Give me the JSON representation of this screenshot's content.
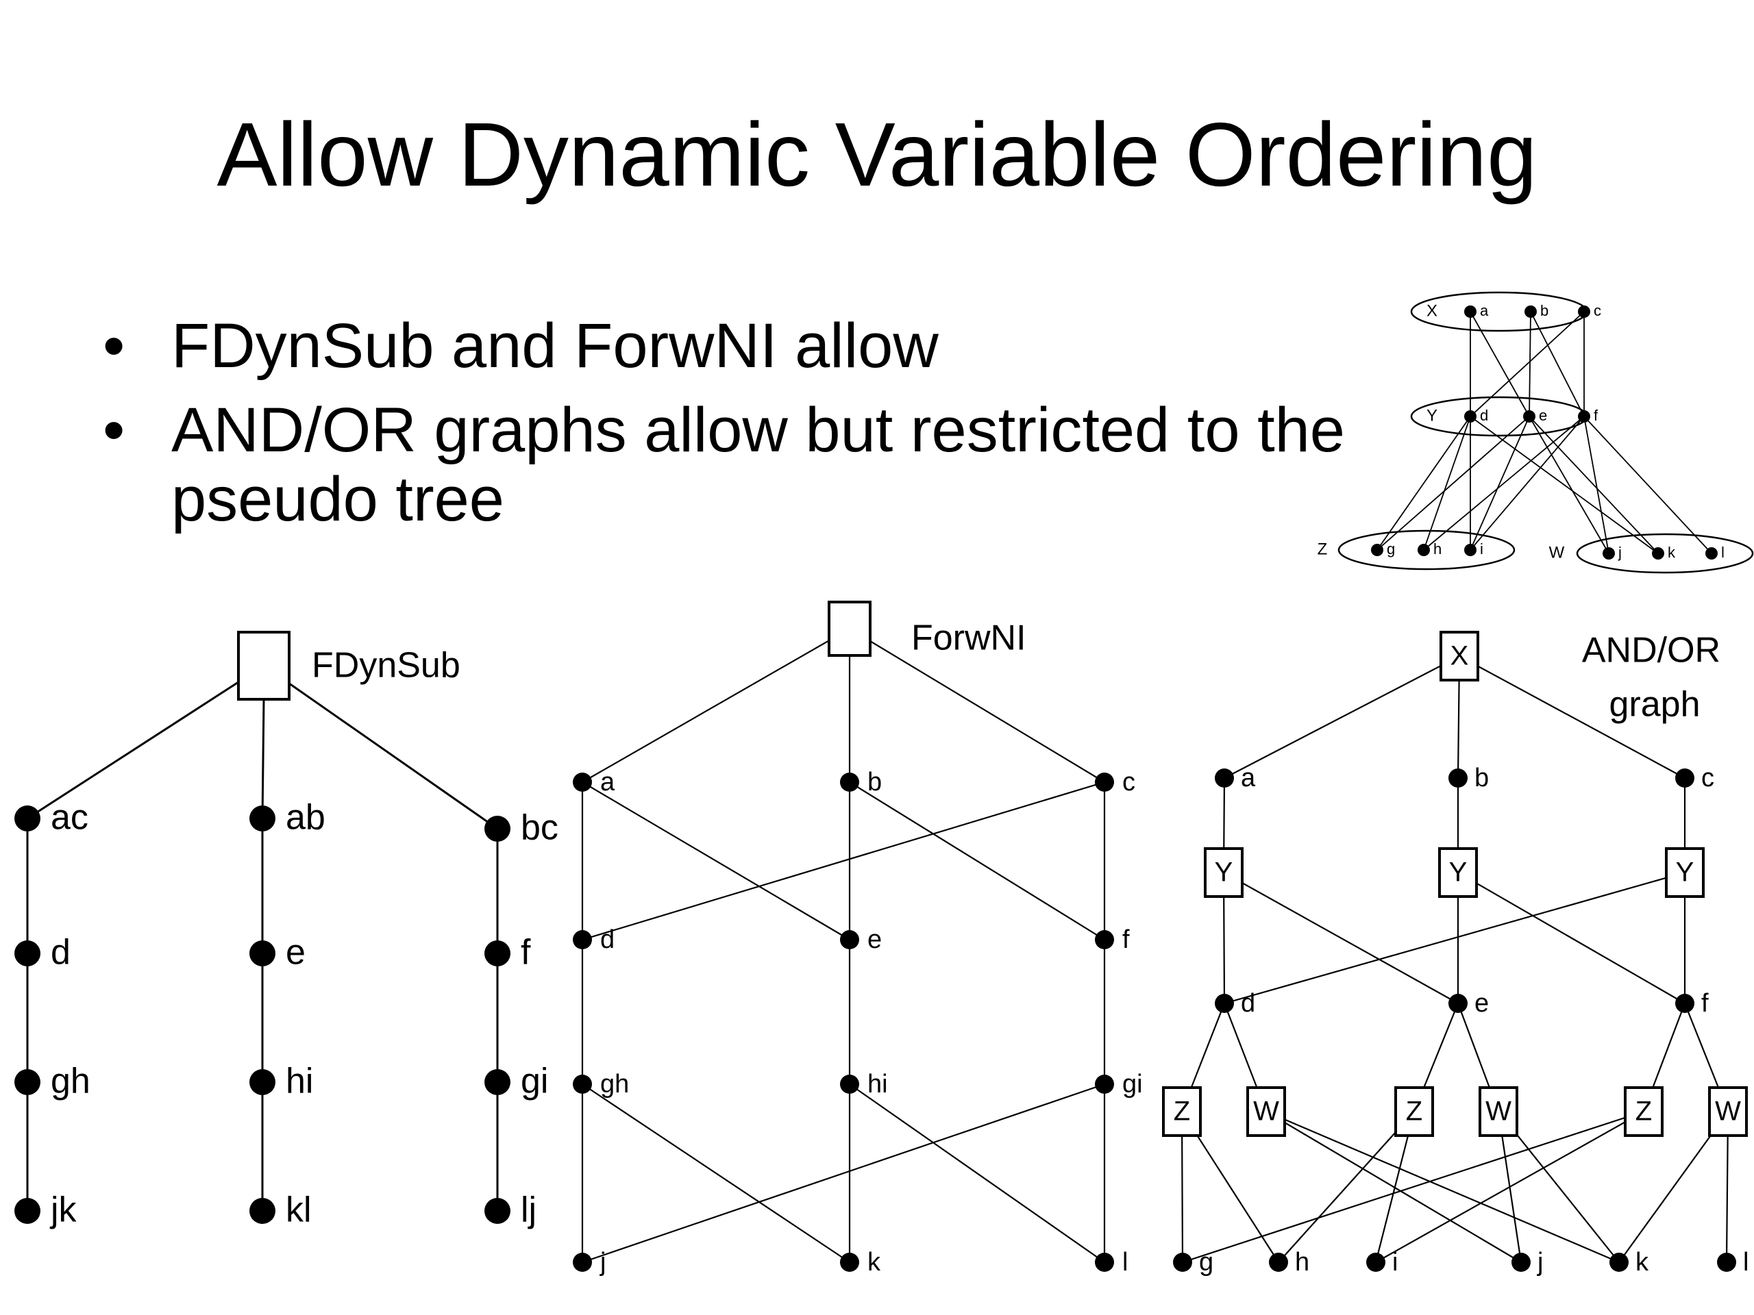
{
  "slide": {
    "title": "Allow Dynamic Variable Ordering",
    "bullets": [
      "FDynSub and ForwNI allow",
      "AND/OR graphs  allow but restricted to the pseudo tree"
    ]
  },
  "primal_graph": {
    "groups": [
      "X",
      "Y",
      "Z",
      "W"
    ],
    "nodes": [
      "a",
      "b",
      "c",
      "d",
      "e",
      "f",
      "g",
      "h",
      "i",
      "j",
      "k",
      "l"
    ]
  },
  "fdynsub": {
    "label": "FDynSub",
    "chains": [
      [
        "ac",
        "d",
        "gh",
        "jk"
      ],
      [
        "ab",
        "e",
        "hi",
        "kl"
      ],
      [
        "bc",
        "f",
        "gi",
        "lj"
      ]
    ]
  },
  "forwni": {
    "label": "ForwNI",
    "nodes": [
      "a",
      "b",
      "c",
      "d",
      "e",
      "f",
      "gh",
      "hi",
      "gi",
      "j",
      "k",
      "l"
    ]
  },
  "andor": {
    "label_lines": [
      "AND/OR",
      "graph"
    ],
    "root": "X",
    "or_labels": [
      "a",
      "b",
      "c",
      "d",
      "e",
      "f",
      "g",
      "h",
      "i",
      "j",
      "k",
      "l"
    ],
    "and_labels": [
      "Y",
      "Y",
      "Y",
      "Z",
      "W",
      "Z",
      "W",
      "Z",
      "W"
    ]
  }
}
